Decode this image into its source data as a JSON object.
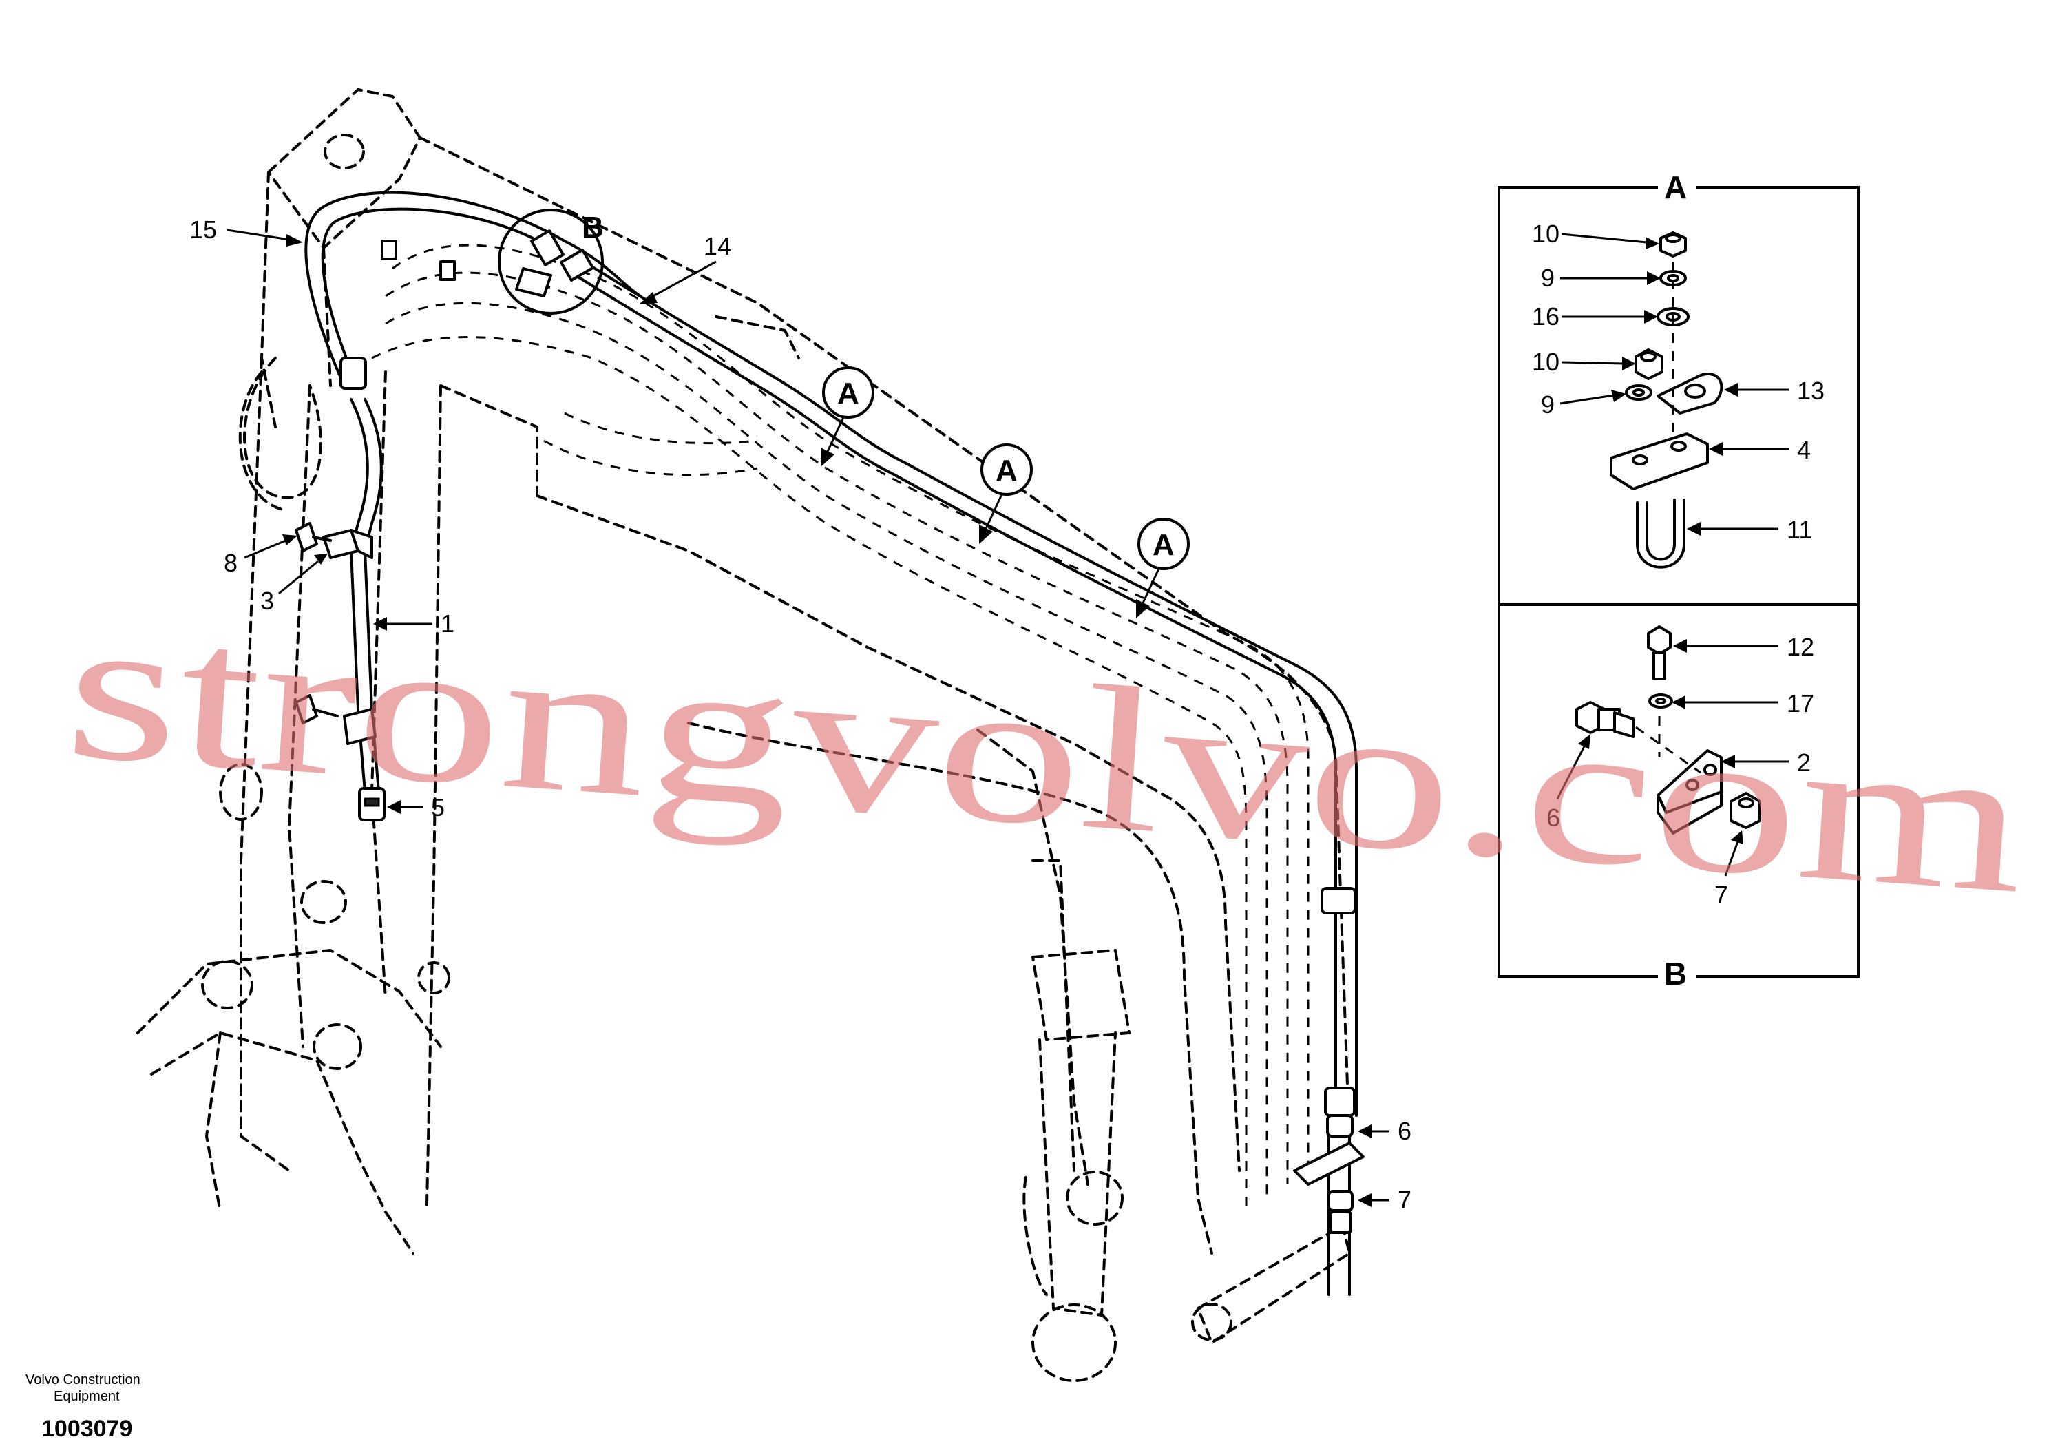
{
  "detail_a": {
    "title": "A"
  },
  "detail_b": {
    "title": "B"
  },
  "view_markers": {
    "a": "A",
    "b": "B"
  },
  "callouts": {
    "c1": "1",
    "c2": "2",
    "c3": "3",
    "c4": "4",
    "c5": "5",
    "c6": "6",
    "c7": "7",
    "c8": "8",
    "c9": "9",
    "c10": "10",
    "c11": "11",
    "c12": "12",
    "c13": "13",
    "c14": "14",
    "c15": "15",
    "c16": "16",
    "c17": "17"
  },
  "watermark": "strongvolvo.com",
  "footer": {
    "company_line1": "Volvo Construction",
    "company_line2": "Equipment",
    "diagram_number": "1003079"
  }
}
